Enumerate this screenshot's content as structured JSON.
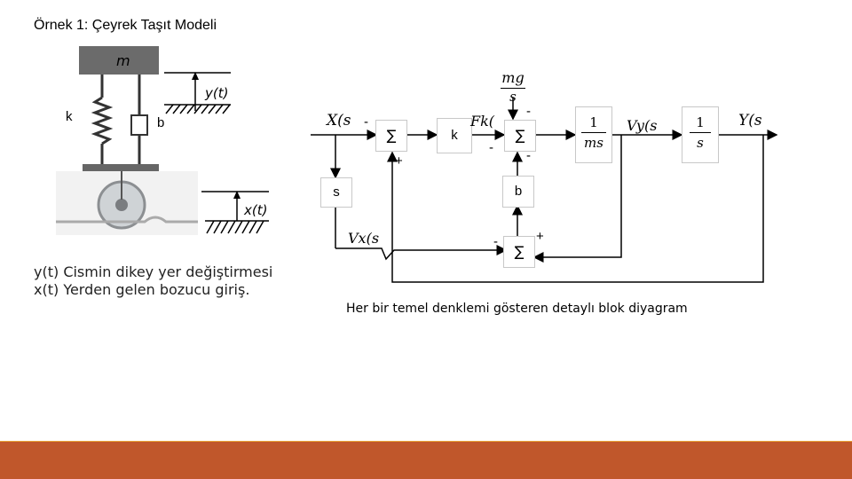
{
  "slide": {
    "title": "Örnek 1: Çeyrek Taşıt Modeli",
    "caption": "Her bir temel denklemi gösteren detaylı blok diyagram"
  },
  "quarter_car": {
    "mass_label": "m",
    "spring_label": "k",
    "damper_label": "b",
    "y_label": "y(t)",
    "x_label": "x(t)"
  },
  "legend": {
    "line1": "y(t) Cismin dikey yer değiştirmesi",
    "line2": "x(t) Yerden gelen bozucu giriş."
  },
  "block_diagram": {
    "input_label": "X(s",
    "output_label": "Y(s",
    "sum_symbol": "∑",
    "sign_minus": "-",
    "sign_plus": "+",
    "k_block": "k",
    "fk_label": "Fk(",
    "mg_num": "mg",
    "mg_den": "s",
    "one_over_ms_num": "1",
    "one_over_ms_den": "ms",
    "vy_label": "Vy(s",
    "one_over_s_num": "1",
    "one_over_s_den": "s",
    "s_block": "s",
    "b_block": "b",
    "vx_label": "Vx(s"
  },
  "colors": {
    "footer_orange": "#c0572b",
    "footer_yellow": "#e8a33a"
  }
}
